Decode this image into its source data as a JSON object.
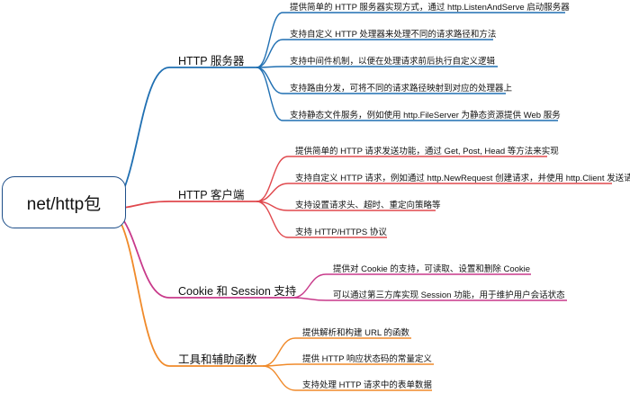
{
  "root": {
    "label": "net/http包",
    "color": "#1d4e89"
  },
  "branches": [
    {
      "label": "HTTP 服务器",
      "color": "#1f6fb2",
      "leaves": [
        "提供简单的 HTTP 服务器实现方式，通过 http.ListenAndServe 启动服务器",
        "支持自定义 HTTP 处理器来处理不同的请求路径和方法",
        "支持中间件机制，以便在处理请求前后执行自定义逻辑",
        "支持路由分发，可将不同的请求路径映射到对应的处理器上",
        "支持静态文件服务，例如使用 http.FileServer 为静态资源提供 Web 服务"
      ]
    },
    {
      "label": "HTTP 客户端",
      "color": "#e0484d",
      "leaves": [
        "提供简单的 HTTP 请求发送功能，通过 Get, Post, Head 等方法来实现",
        "支持自定义 HTTP 请求，例如通过 http.NewRequest 创建请求，并使用 http.Client 发送请求",
        "支持设置请求头、超时、重定向策略等",
        "支持 HTTP/HTTPS 协议"
      ]
    },
    {
      "label": "Cookie 和 Session 支持",
      "color": "#c8398a",
      "leaves": [
        "提供对 Cookie 的支持，可读取、设置和删除 Cookie",
        "可以通过第三方库实现 Session 功能，用于维护用户会话状态"
      ]
    },
    {
      "label": "工具和辅助函数",
      "color": "#f08a2a",
      "leaves": [
        "提供解析和构建 URL 的函数",
        "提供 HTTP 响应状态码的常量定义",
        "支持处理 HTTP 请求中的表单数据"
      ]
    }
  ]
}
